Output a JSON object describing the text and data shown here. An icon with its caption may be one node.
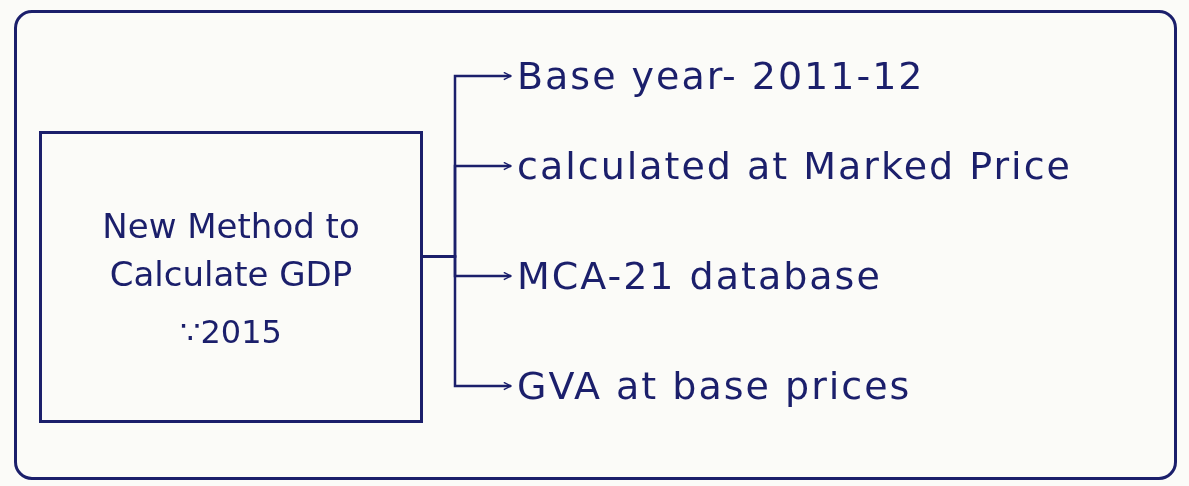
{
  "diagram": {
    "nodes": [
      {
        "text": [],
        "shape": "box"
      },
      {
        "text": [
          "New Method to Calculate GDP",
          "∵2015"
        ],
        "in": 0
      },
      {
        "text": [
          "Base year- 2011-12"
        ],
        "in": 0
      },
      {
        "text": [
          "calculated at Marked Price"
        ],
        "in": 0
      },
      {
        "text": [
          "MCA-21 database"
        ],
        "in": 0
      },
      {
        "text": [
          "GVA at base prices"
        ],
        "in": 0
      }
    ],
    "edges": [
      {
        "from": 1,
        "to": 2,
        "arrow": "to"
      },
      {
        "from": 1,
        "to": 3,
        "arrow": "to"
      },
      {
        "from": 1,
        "to": 4,
        "arrow": "to"
      },
      {
        "from": 1,
        "to": 5,
        "arrow": "to"
      }
    ]
  }
}
